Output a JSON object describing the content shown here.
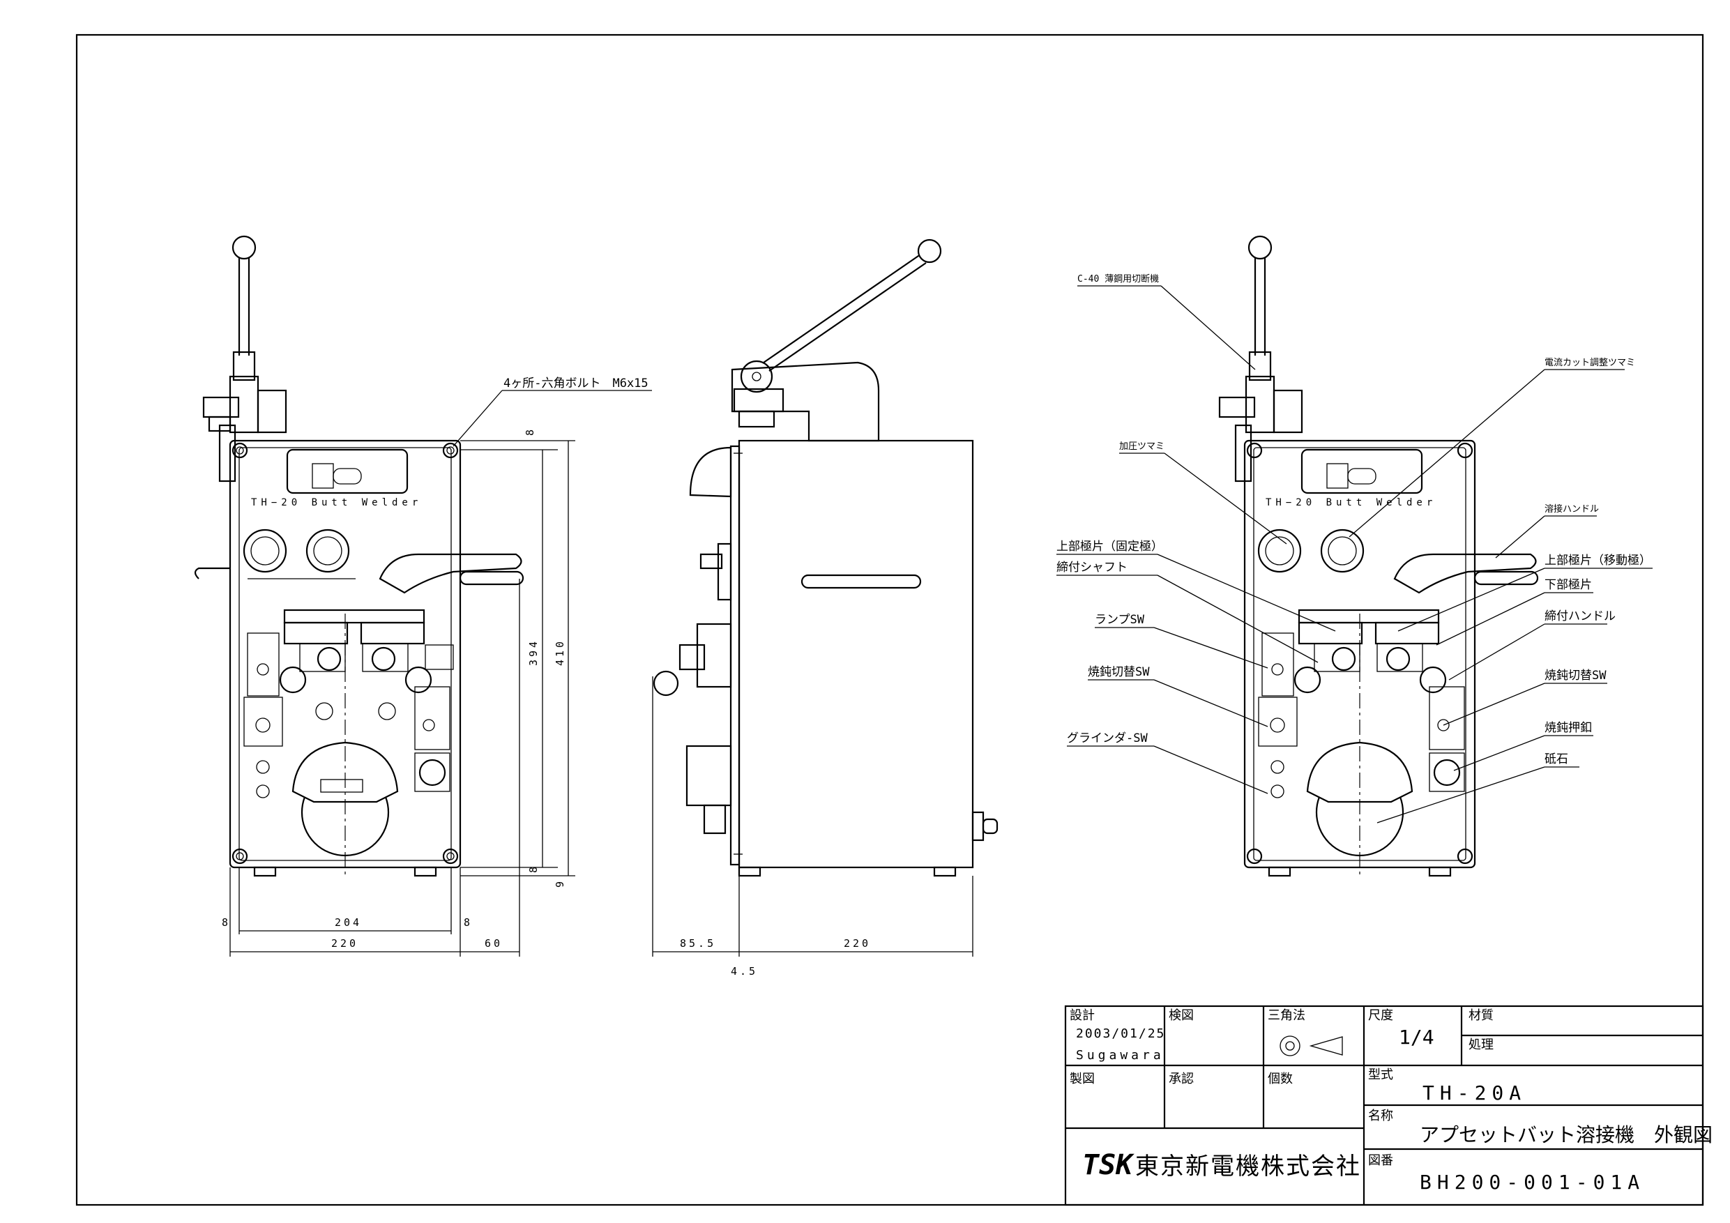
{
  "views": {
    "front_panel_text": "TH−20 Butt Welder",
    "callout_bolt": "4ヶ所-六角ボルト　M6x15"
  },
  "dimensions": {
    "top_8": "8",
    "height_394": "394",
    "height_410": "410",
    "bottom_8": "8",
    "bottom_9": "9",
    "width_204": "204",
    "left_8": "8",
    "right_8": "8",
    "width_220": "220",
    "handle_60": "60",
    "side_85_5": "85.5",
    "side_220": "220",
    "side_4_5": "4.5"
  },
  "callouts": {
    "cutter": "C-40 薄鋼用切断機",
    "current_knob": "電流カット調整ツマミ",
    "pressure_knob": "加圧ツマミ",
    "weld_handle": "溶接ハンドル",
    "upper_fixed": "上部極片（固定極）",
    "upper_moving": "上部極片（移動極）",
    "clamp_shaft": "締付シャフト",
    "lower_pole": "下部極片",
    "clamp_handle": "締付ハンドル",
    "lamp_sw": "ランプSW",
    "anneal_sw_left": "焼鈍切替SW",
    "anneal_sw_right": "焼鈍切替SW",
    "anneal_push": "焼鈍押釦",
    "grinder_sw": "グラインダ-SW",
    "grindstone": "砥石"
  },
  "title_block": {
    "design_label": "設計",
    "design_date": "2003/01/25",
    "designer": "Sugawara",
    "check_label": "検図",
    "projection_label": "三角法",
    "scale_label": "尺度",
    "scale_value": "1/4",
    "material_label": "材質",
    "treatment_label": "処理",
    "drafting_label": "製図",
    "approval_label": "承認",
    "quantity_label": "個数",
    "model_label": "型式",
    "model_value": "TH-20A",
    "name_label": "名称",
    "name_value": "アプセットバット溶接機　外観図",
    "drawing_no_label": "図番",
    "drawing_no_value": "BH200-001-01A",
    "company_logo": "TSK",
    "company_name": "東京新電機株式会社"
  }
}
